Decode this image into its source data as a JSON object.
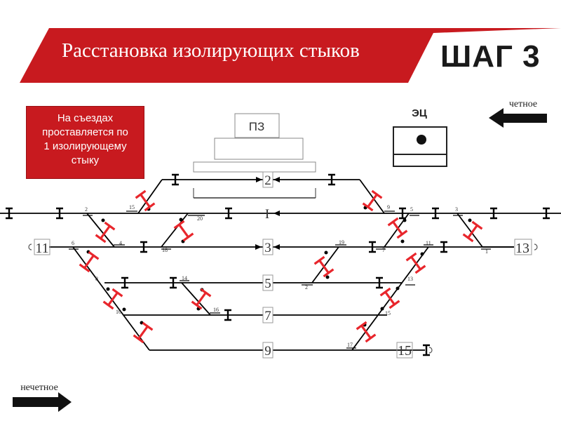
{
  "header": {
    "title": "Расстановка изолирующих стыков",
    "step": "ШАГ 3"
  },
  "note": {
    "lines": [
      "На съездах",
      "проставляется по",
      "1 изолирующему",
      "стыку"
    ]
  },
  "buildings": {
    "pz_label": "ПЗ",
    "ec_label": "ЭЦ"
  },
  "directions": {
    "even": "четное",
    "odd": "нечетное"
  },
  "tracks": {
    "t2": "2",
    "t1": "I",
    "t3": "3",
    "t5": "5",
    "t7": "7",
    "t9": "9"
  },
  "signals": {
    "left_end": "11",
    "right_end": "13",
    "bottom_right": "15"
  },
  "switches": {
    "s15": "15",
    "s2": "2",
    "s6": "6",
    "s4": "4",
    "s8": "8",
    "s10": "10",
    "s20": "20",
    "s18": "18",
    "s14": "14",
    "s16": "16",
    "s9": "9",
    "s5": "5",
    "s3": "3",
    "s1": "1",
    "s7": "7",
    "s11": "11",
    "s13": "13",
    "s19": "19",
    "s2b": "2",
    "s15b": "15",
    "s17": "17"
  },
  "colors": {
    "brand_red": "#c81a1f",
    "joint_red": "#e8262c",
    "track": "#000000"
  }
}
